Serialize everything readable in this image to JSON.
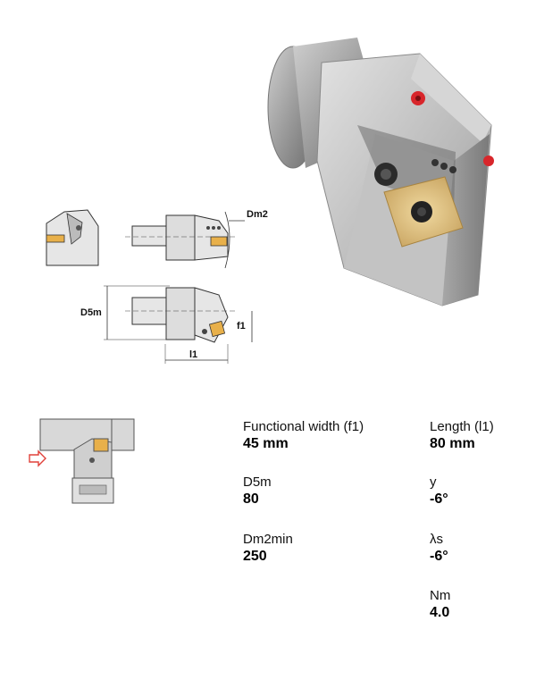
{
  "drawing": {
    "labels": {
      "dm2": "Dm2",
      "d5m": "D5m",
      "f1": "f1",
      "l1": "l1"
    }
  },
  "specs": [
    {
      "label": "Functional width (f1)",
      "value": "45 mm"
    },
    {
      "label": "Length (l1)",
      "value": "80 mm"
    },
    {
      "label": "D5m",
      "value": "80"
    },
    {
      "label": "y",
      "value": "-6°"
    },
    {
      "label": "Dm2min",
      "value": "250"
    },
    {
      "label": "λs",
      "value": "-6°"
    },
    {
      "label": "Nm",
      "value": "4.0"
    }
  ],
  "colors": {
    "insert": "#e8b04a",
    "arrow": "#e0413a",
    "screw_red": "#d8262b"
  }
}
